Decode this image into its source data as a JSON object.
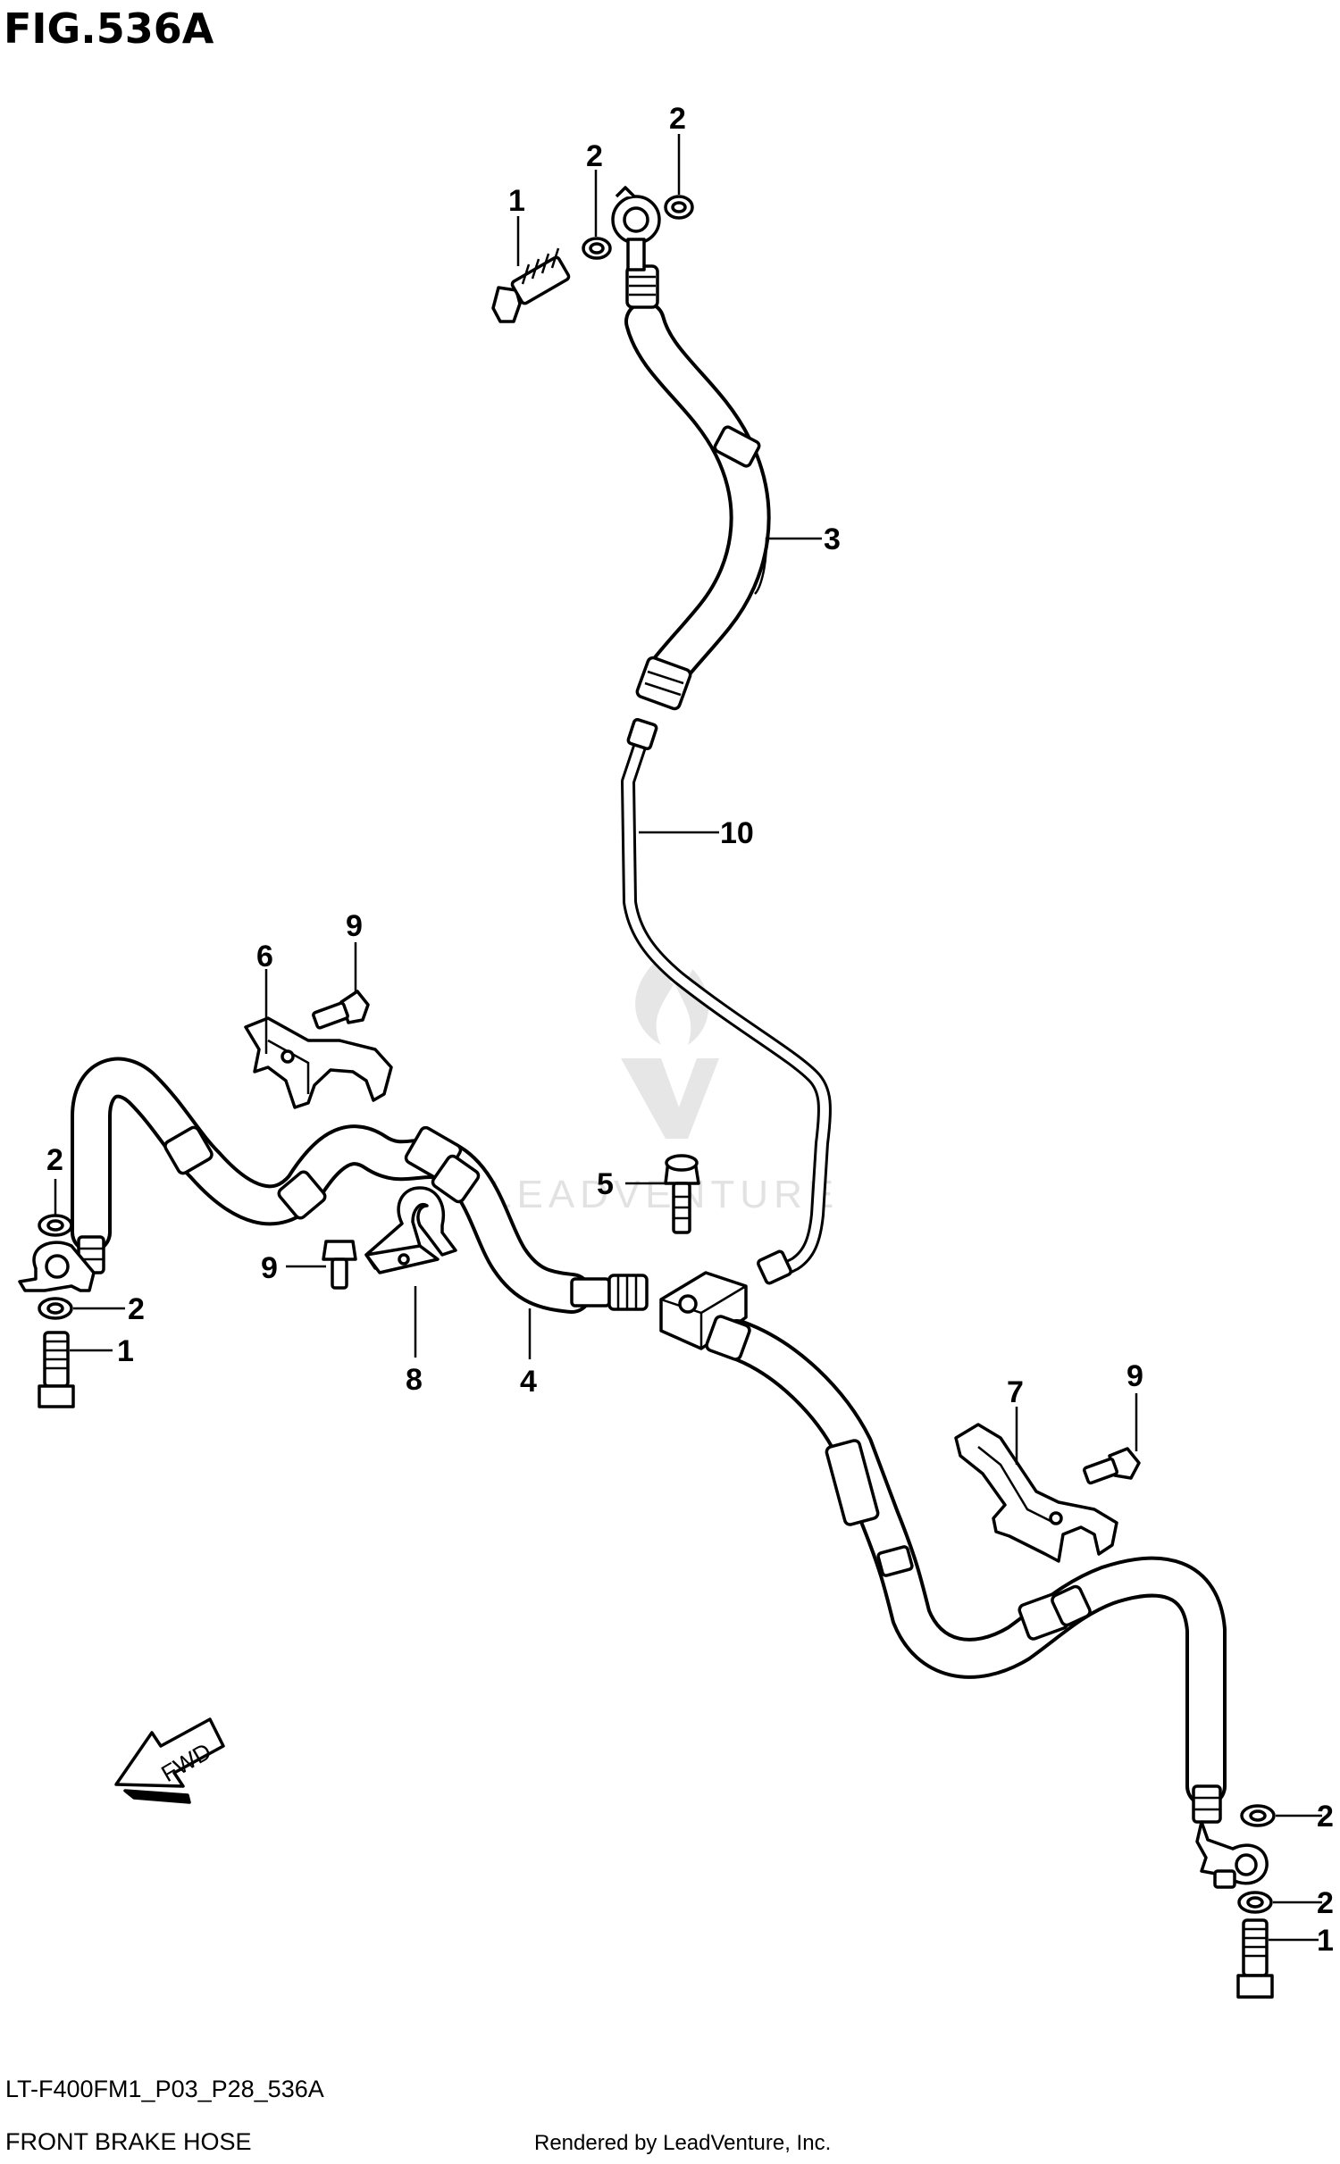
{
  "figure": {
    "title": "FIG.536A",
    "model_code": "LT-F400FM1_P03_P28_536A",
    "caption": "FRONT BRAKE HOSE",
    "rendered_by": "Rendered by LeadVenture, Inc.",
    "watermark_text": "LEADVENTURE",
    "fwd_label": "FWD"
  },
  "callouts": [
    {
      "id": "c-1-top",
      "text": "1"
    },
    {
      "id": "c-2-top-a",
      "text": "2"
    },
    {
      "id": "c-2-top-b",
      "text": "2"
    },
    {
      "id": "c-3",
      "text": "3"
    },
    {
      "id": "c-10",
      "text": "10"
    },
    {
      "id": "c-9-left",
      "text": "9"
    },
    {
      "id": "c-6",
      "text": "6"
    },
    {
      "id": "c-2-left-a",
      "text": "2"
    },
    {
      "id": "c-2-left-b",
      "text": "2"
    },
    {
      "id": "c-1-left",
      "text": "1"
    },
    {
      "id": "c-5",
      "text": "5"
    },
    {
      "id": "c-9-mid",
      "text": "9"
    },
    {
      "id": "c-8",
      "text": "8"
    },
    {
      "id": "c-4",
      "text": "4"
    },
    {
      "id": "c-7",
      "text": "7"
    },
    {
      "id": "c-9-right",
      "text": "9"
    },
    {
      "id": "c-2-right-a",
      "text": "2"
    },
    {
      "id": "c-2-right-b",
      "text": "2"
    },
    {
      "id": "c-1-right",
      "text": "1"
    }
  ]
}
